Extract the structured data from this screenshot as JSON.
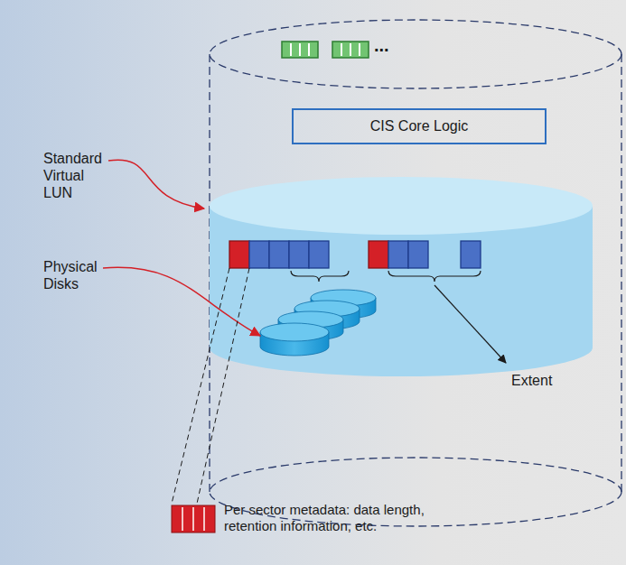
{
  "diagram": {
    "nodes": [
      {
        "text": [
          "CIS Core Logic"
        ]
      }
    ],
    "labels": [
      "...",
      "Standard Virtual LUN",
      "Physical Disks",
      "Extent",
      "Per sector metadata: data length, retention information, etc."
    ]
  }
}
